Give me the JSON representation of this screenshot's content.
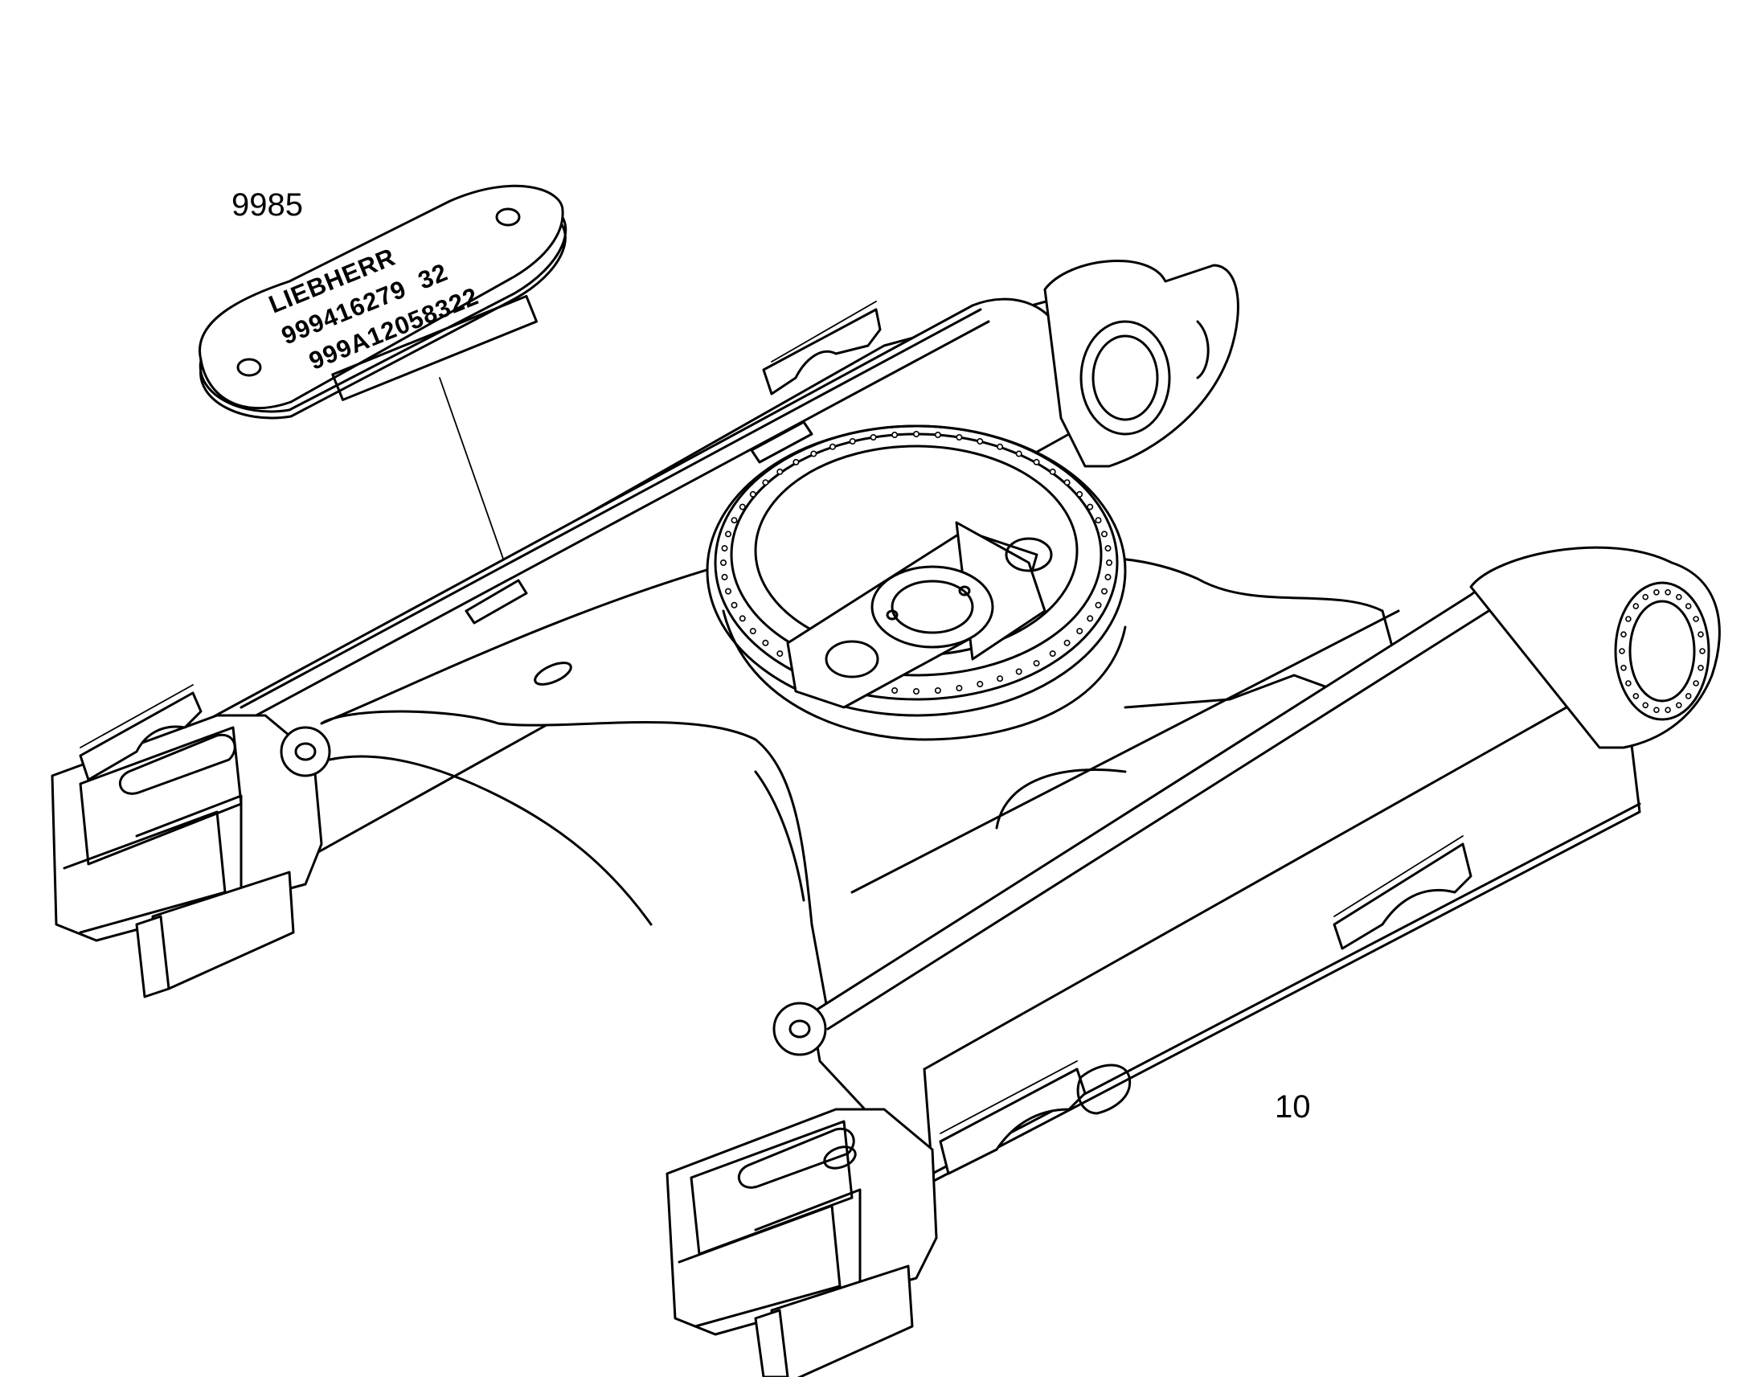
{
  "callouts": {
    "plate_part_number": "9985",
    "frame_part_number": "10"
  },
  "nameplate": {
    "brand": "LIEBHERR",
    "line_1": "99941627932",
    "line_1_display": "999416279  32",
    "line_2": "999A12058322"
  }
}
